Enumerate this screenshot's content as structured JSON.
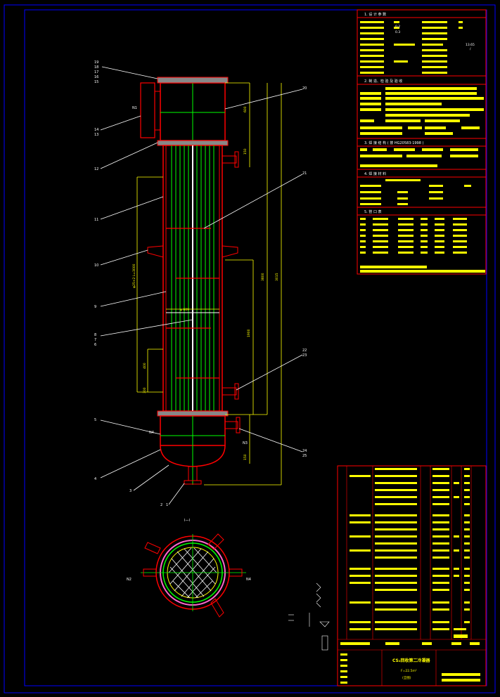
{
  "drawing": {
    "section_headers": [
      {
        "text": "1. 设 计 参 数"
      },
      {
        "text": "2. 制 造、检 验 及 验 收"
      },
      {
        "text": "3. 焊 接 结 构 ( 按 HG20583-1998 )"
      },
      {
        "text": "4. 焊 接 材 料"
      },
      {
        "text": "5. 管 口 表"
      }
    ],
    "param_values": [
      "0.2",
      "0.3",
      "/",
      "13.65"
    ],
    "callouts_left": [
      "19",
      "18",
      "17",
      "16",
      "15",
      "14",
      "13",
      "12",
      "11",
      "10",
      "9",
      "8",
      "7",
      "6",
      "5",
      "4",
      "3",
      "2",
      "1"
    ],
    "callouts_right": [
      "20",
      "21",
      "22",
      "23",
      "24",
      "25"
    ],
    "nozzles": [
      "N1",
      "N2",
      "N3",
      "N4"
    ],
    "dimensions": [
      "600",
      "150",
      "3800",
      "3015",
      "1900",
      "φ25×2 L=3000",
      "400",
      "300",
      "150",
      "φ 609"
    ],
    "section_label": "I—I",
    "title_block": {
      "title": "CS₂回收第二冷凝器",
      "spec": "F=22.5m²",
      "sub": "(全图)"
    },
    "colors": {
      "frame": "#0000ff",
      "vessel": "#ff0000",
      "tubes": "#00ff00",
      "dims": "#ffff00",
      "text": "#ffffff",
      "flange_pink": "#ff66cc"
    }
  }
}
